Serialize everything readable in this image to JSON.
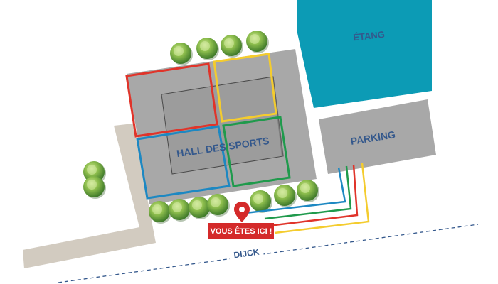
{
  "map": {
    "labels": {
      "pond": "ÉTANG",
      "parking": "PARKING",
      "hall": "HALL DES SPORTS",
      "street": "DIJCK",
      "you_are_here": "VOUS ÊTES ICI !"
    },
    "colors": {
      "water": "#0c9bb5",
      "building": "#a8a8a8",
      "building_inner": "#9c9c9c",
      "path": "#d2cbc0",
      "label_text": "#34588c",
      "marker": "#d42a2a",
      "zone_red": "#e0342a",
      "zone_yellow": "#f4cc2e",
      "zone_blue": "#1d88c2",
      "zone_green": "#1f9a4c"
    },
    "icons": [
      "location-pin-icon",
      "tree-icon"
    ]
  }
}
